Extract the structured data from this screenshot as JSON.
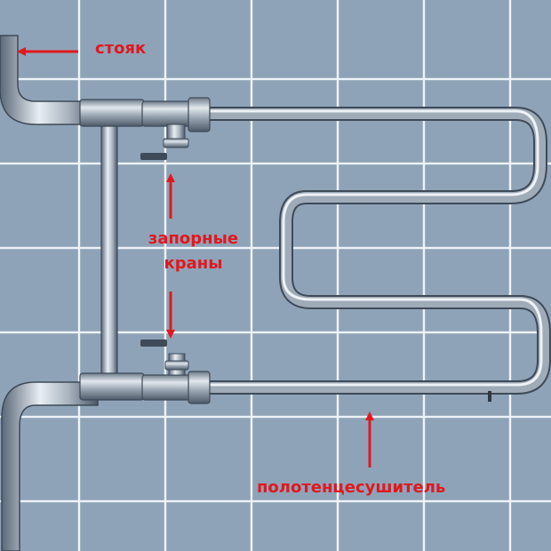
{
  "labels": {
    "riser": "стояк",
    "valves_line1": "запорные",
    "valves_line2": "краны",
    "towel_dryer": "полотенцесушитель"
  },
  "colors": {
    "background": "#8fa3b8",
    "tile_grout": "#eef3f8",
    "pipe_dark": "#4b5868",
    "pipe_light": "#e9eef3",
    "annotation": "#e0181e"
  }
}
